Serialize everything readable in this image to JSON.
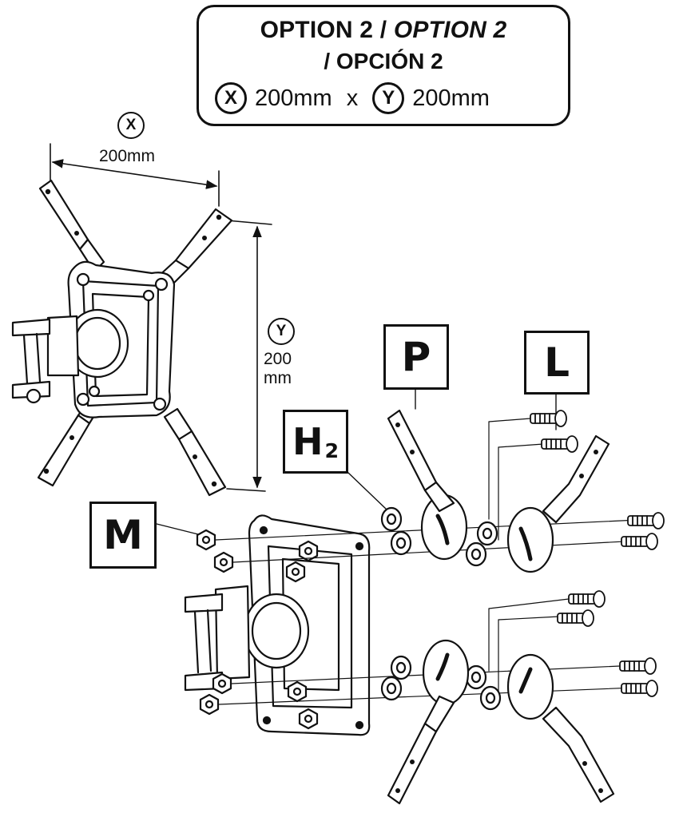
{
  "title": {
    "line1_upright": "OPTION 2 /",
    "line1_italic": "OPTION 2",
    "line2": "/ OPCIÓN 2",
    "x_symbol": "X",
    "x_value": "200mm",
    "times": "x",
    "y_symbol": "Y",
    "y_value": "200mm"
  },
  "dimensions": {
    "x_symbol": "X",
    "x_value": "200mm",
    "y_symbol": "Y",
    "y_value_line1": "200",
    "y_value_line2": "mm"
  },
  "parts": {
    "p": "P",
    "l": "L",
    "h2_main": "H",
    "h2_sub": "2",
    "m": "M"
  }
}
